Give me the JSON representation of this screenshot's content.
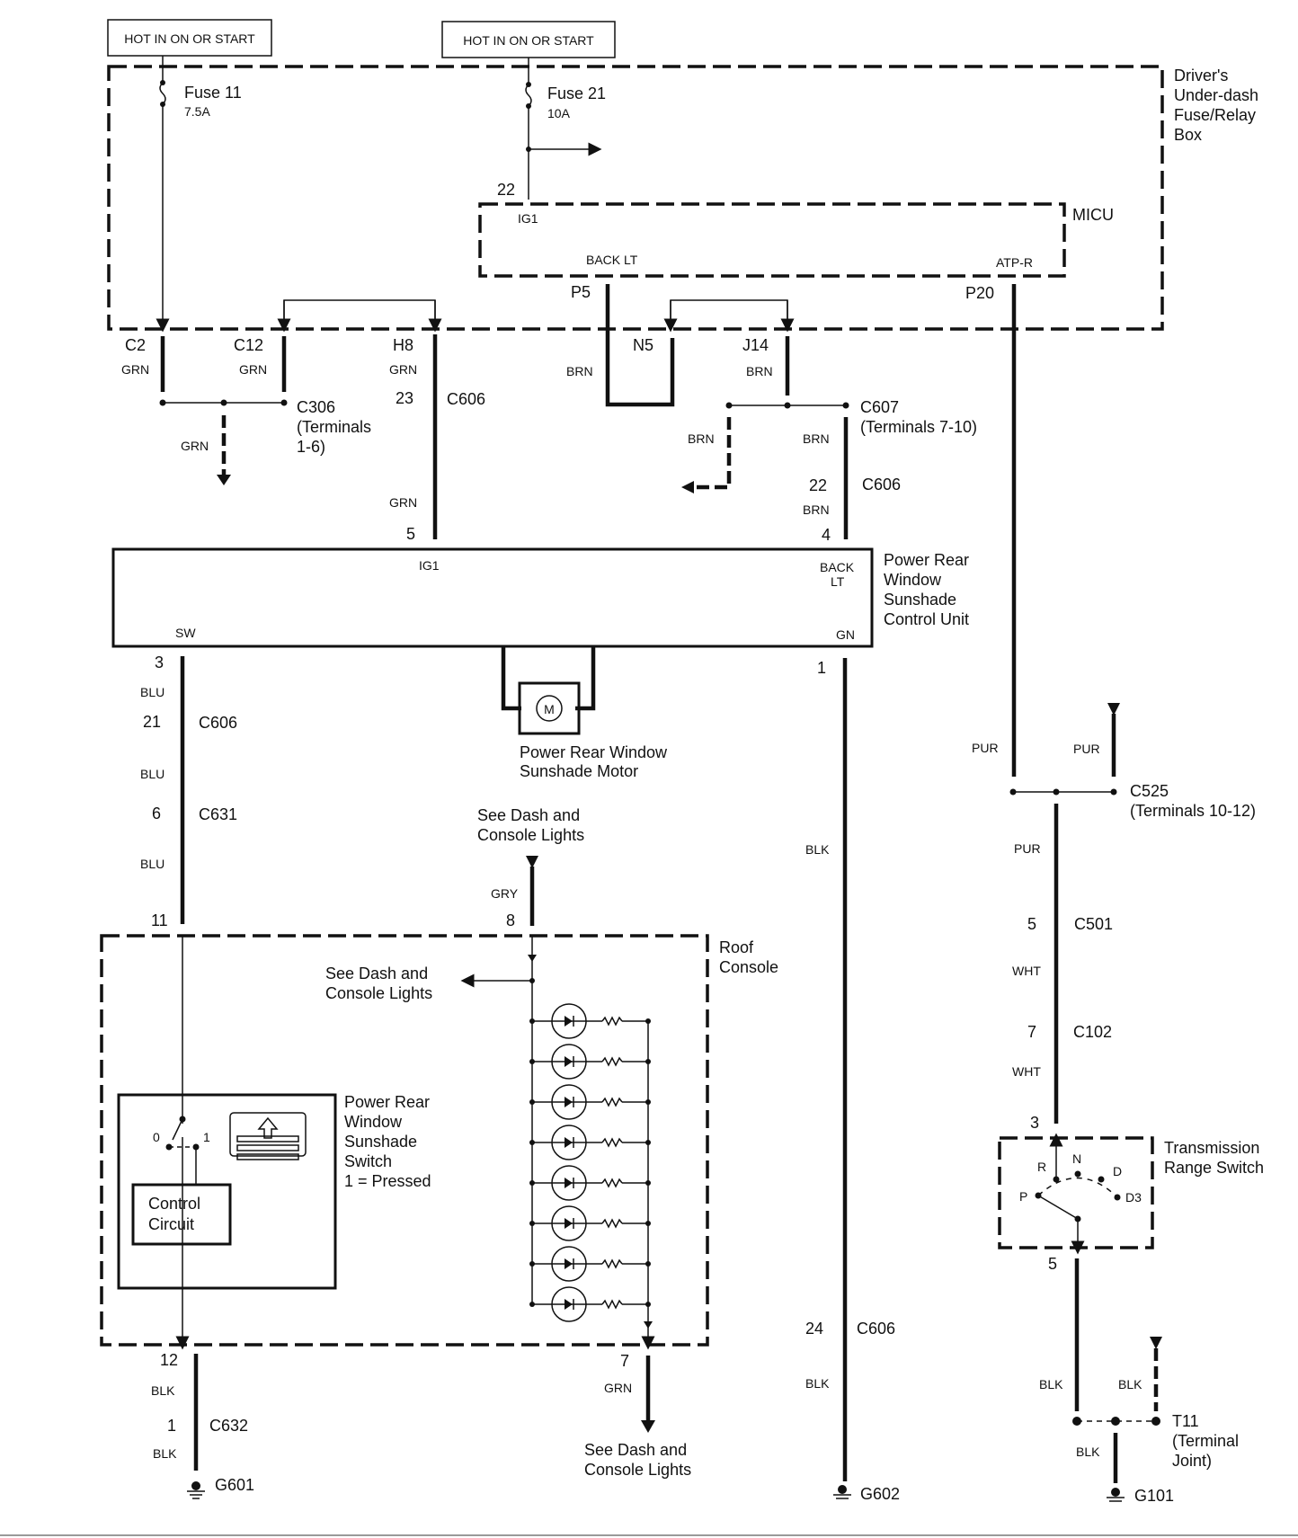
{
  "title": "Power Rear Window Sunshade Wiring Diagram",
  "colors": {
    "ink": "#111111",
    "background": "#ffffff"
  },
  "power_sources": [
    {
      "label": "HOT IN ON OR START"
    },
    {
      "label": "HOT IN ON OR START"
    }
  ],
  "fuse_box": {
    "name": "Driver's Under-dash Fuse/Relay Box",
    "lines": [
      "Driver's",
      "Under-dash",
      "Fuse/Relay",
      "Box"
    ],
    "fuses": [
      {
        "name": "Fuse 11",
        "rating": "7.5A"
      },
      {
        "name": "Fuse 21",
        "rating": "10A"
      }
    ],
    "terminals": [
      "C2",
      "C12",
      "H8",
      "N5",
      "J14",
      "P5",
      "P20"
    ]
  },
  "micu": {
    "name": "MICU",
    "input_pin": "22",
    "pins": {
      "ig1": "IG1",
      "back_lt": "BACK LT",
      "atp_r": "ATP-R"
    }
  },
  "splices": {
    "c306": {
      "name": "C306",
      "note_lines": [
        "(Terminals",
        "1-6)"
      ]
    },
    "c607": {
      "name": "C607",
      "note": "(Terminals 7-10)"
    },
    "c525": {
      "name": "C525",
      "note": "(Terminals 10-12)"
    },
    "t11": {
      "name": "T11",
      "note_lines": [
        "(Terminal",
        "Joint)"
      ]
    }
  },
  "wire_colors": {
    "grn": "GRN",
    "brn": "BRN",
    "blu": "BLU",
    "blk": "BLK",
    "gry": "GRY",
    "pur": "PUR",
    "wht": "WHT"
  },
  "connectors": {
    "h8_c606": {
      "pin": "23",
      "name": "C606"
    },
    "j14_c606": {
      "pin": "22",
      "name": "C606"
    },
    "sw_c606": {
      "pin": "21",
      "name": "C606"
    },
    "sw_c631": {
      "pin": "6",
      "name": "C631"
    },
    "gn_c606": {
      "pin": "24",
      "name": "C606"
    },
    "gnd_c632": {
      "pin": "1",
      "name": "C632"
    },
    "c501": {
      "pin": "5",
      "name": "C501"
    },
    "c102": {
      "pin": "7",
      "name": "C102"
    }
  },
  "control_unit": {
    "lines": [
      "Power Rear",
      "Window",
      "Sunshade",
      "Control Unit"
    ],
    "pins": {
      "ig1": {
        "num": "5",
        "label": "IG1"
      },
      "back_lt": {
        "num": "4",
        "label_lines": [
          "BACK",
          "LT"
        ]
      },
      "sw": {
        "num": "3",
        "label": "SW"
      },
      "gn": {
        "num": "1",
        "label": "GN"
      }
    }
  },
  "motor": {
    "symbol": "M",
    "lines": [
      "Power Rear Window",
      "Sunshade Motor"
    ]
  },
  "roof_console": {
    "lines": [
      "Roof",
      "Console"
    ],
    "pins": {
      "sw_in": "11",
      "light_in": "8",
      "gnd_out": "12",
      "light_out": "7"
    },
    "see_dash_lines": [
      "See Dash and",
      "Console Lights"
    ],
    "led_count": 8
  },
  "sunshade_switch": {
    "lines": [
      "Power Rear",
      "Window",
      "Sunshade",
      "Switch",
      "1 = Pressed"
    ],
    "pos_off": "0",
    "pos_on": "1",
    "control_circuit_lines": [
      "Control",
      "Circuit"
    ]
  },
  "see_dash": {
    "lines": [
      "See Dash and",
      "Console Lights"
    ]
  },
  "transmission_switch": {
    "lines": [
      "Transmission",
      "Range Switch"
    ],
    "positions": [
      "P",
      "R",
      "N",
      "D",
      "D3"
    ],
    "pin_in": "3",
    "pin_out": "5"
  },
  "grounds": [
    "G601",
    "G602",
    "G101"
  ]
}
